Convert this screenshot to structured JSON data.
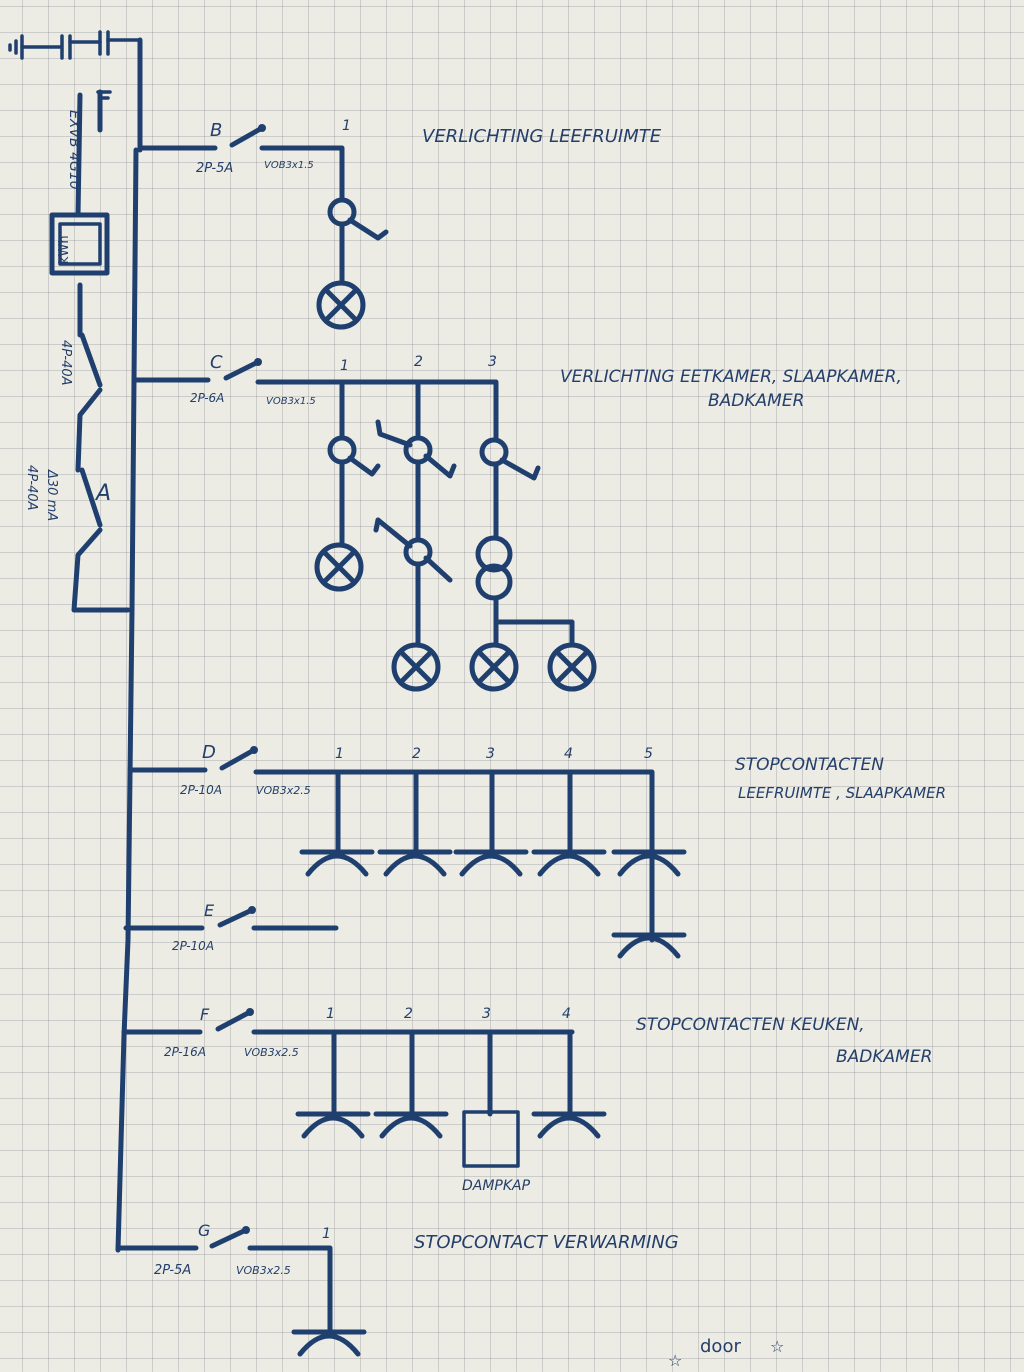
{
  "meter": {
    "cable": "EXVB 4G10",
    "meter_label": "kWh",
    "main_switch": "4P-40A"
  },
  "rcd": {
    "name": "A",
    "sensitivity": "Δ30 mA",
    "rating": "4P-40A"
  },
  "groups": [
    {
      "name": "B",
      "breaker": "2P-5A",
      "cable": "VOB3x1.5",
      "description": [
        "VERLICHTING  LEEFRUIMTE"
      ],
      "circuits": [
        "1"
      ]
    },
    {
      "name": "C",
      "breaker": "2P-6A",
      "cable": "VOB3x1.5",
      "description": [
        "VERLICHTING  EETKAMER, SLAAPKAMER,",
        "BADKAMER"
      ],
      "circuits": [
        "1",
        "2",
        "3"
      ]
    },
    {
      "name": "D",
      "breaker": "2P-10A",
      "cable": "VOB3x2.5",
      "description": [
        "STOPCONTACTEN",
        "LEEFRUIMTE , SLAAPKAMER"
      ],
      "circuits": [
        "1",
        "2",
        "3",
        "4",
        "5"
      ]
    },
    {
      "name": "E",
      "breaker": "2P-10A",
      "cable": "",
      "description": [],
      "circuits": []
    },
    {
      "name": "F",
      "breaker": "2P-16A",
      "cable": "VOB3x2.5",
      "description": [
        "STOPCONTACTEN  KEUKEN,",
        "BADKAMER"
      ],
      "circuits": [
        "1",
        "2",
        "3",
        "4"
      ],
      "appliance": "DAMPKAP"
    },
    {
      "name": "G",
      "breaker": "2P-5A",
      "cable": "VOB3x2.5",
      "description": [
        "STOPCONTACT  VERWARMING"
      ],
      "circuits": [
        "1"
      ]
    }
  ],
  "footer_text": "door"
}
